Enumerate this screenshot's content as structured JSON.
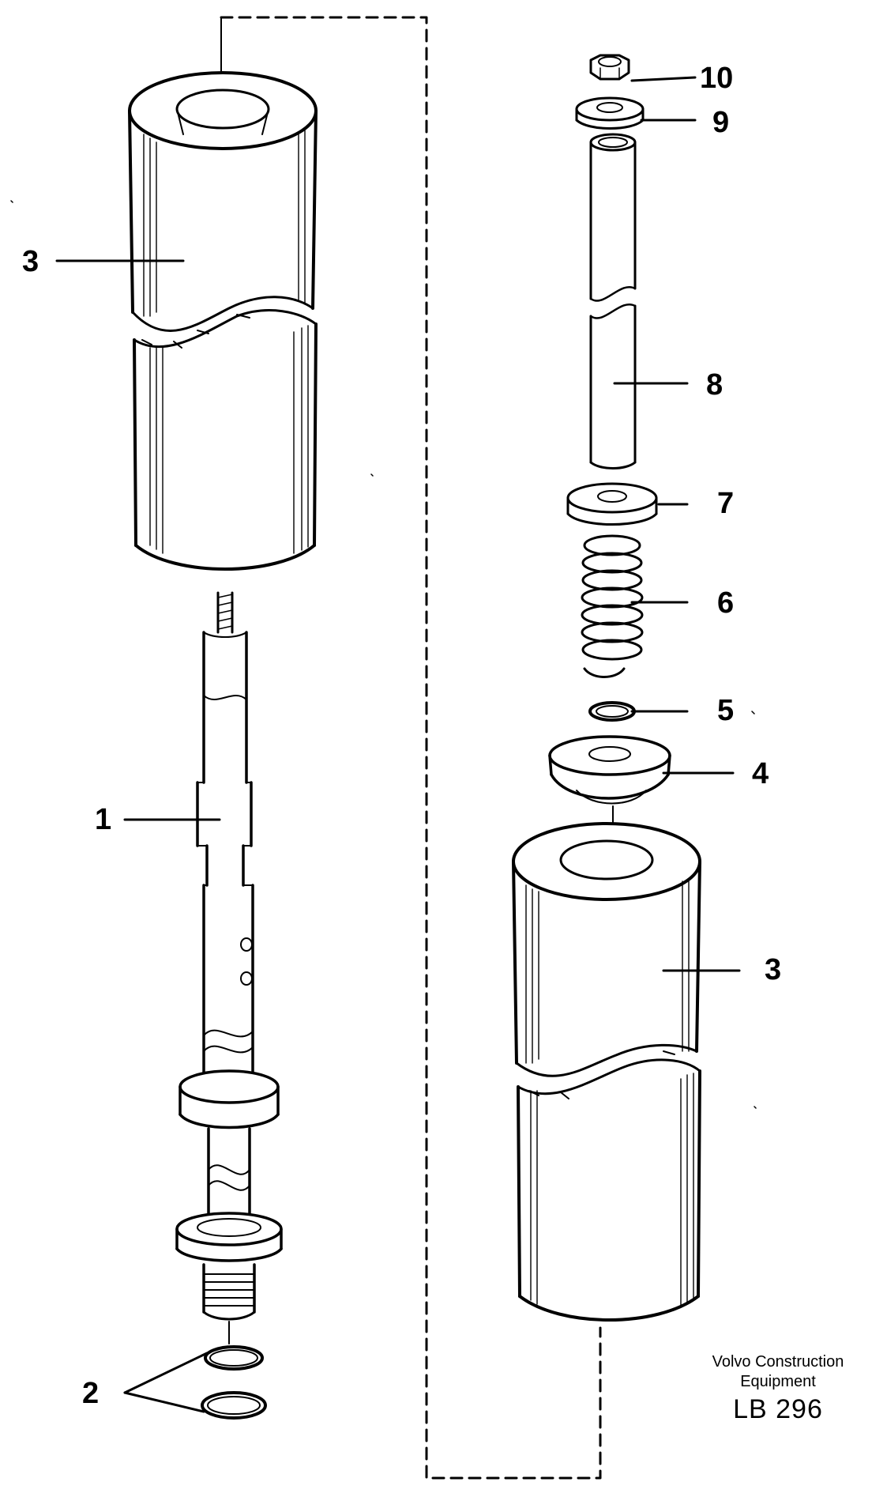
{
  "diagram": {
    "callouts": {
      "c1": "1",
      "c2": "2",
      "c3_left": "3",
      "c3_right": "3",
      "c4": "4",
      "c5": "5",
      "c6": "6",
      "c7": "7",
      "c8": "8",
      "c9": "9",
      "c10": "10"
    },
    "caption": {
      "line1": "Volvo Construction",
      "line2": "Equipment",
      "code": "LB 296"
    }
  },
  "colors": {
    "ink": "#000000",
    "paper": "#ffffff"
  }
}
